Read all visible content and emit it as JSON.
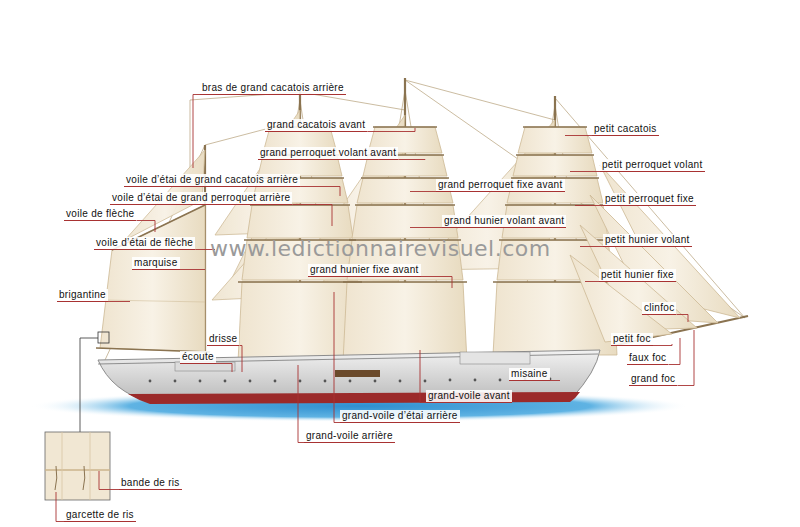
{
  "diagram": {
    "labels": [
      "bras de grand cacatois arrière",
      "grand cacatois avant",
      "petit cacatois",
      "grand perroquet volant avant",
      "petit perroquet volant",
      "voile d’étai de grand cacatois arrière",
      "grand perroquet fixe avant",
      "voile d’étai de grand perroquet arrière",
      "petit perroquet fixe",
      "voile de flèche",
      "grand hunier volant avant",
      "voile d’étai de flèche",
      "petit hunier volant",
      "marquise",
      "grand hunier fixe avant",
      "petit hunier fixe",
      "brigantine",
      "clinfoc",
      "drisse",
      "petit foc",
      "écoute",
      "faux foc",
      "misaine",
      "grand foc",
      "grand-voile avant",
      "grand-voile d’étai arrière",
      "grand-voile arrière",
      "bande de ris",
      "garcette de ris",
      "www.ledictionnairevisuel.com"
    ]
  }
}
